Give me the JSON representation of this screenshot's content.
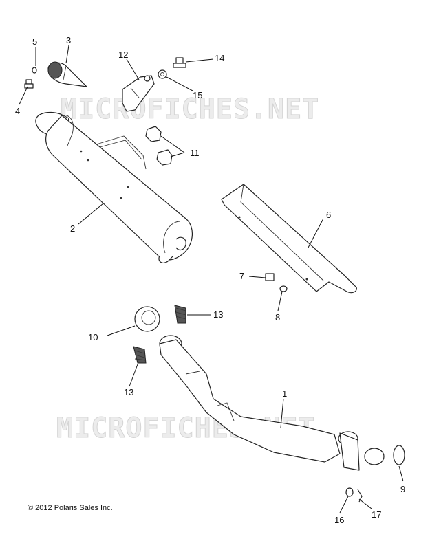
{
  "watermark": "MICROFICHES.NET",
  "copyright": "© 2012 Polaris Sales Inc.",
  "callouts": {
    "c1": "1",
    "c2": "2",
    "c3": "3",
    "c4": "4",
    "c5": "5",
    "c6": "6",
    "c7": "7",
    "c8": "8",
    "c9": "9",
    "c10": "10",
    "c11": "11",
    "c12": "12",
    "c13a": "13",
    "c13b": "13",
    "c14": "14",
    "c15": "15",
    "c16": "16",
    "c17": "17"
  }
}
